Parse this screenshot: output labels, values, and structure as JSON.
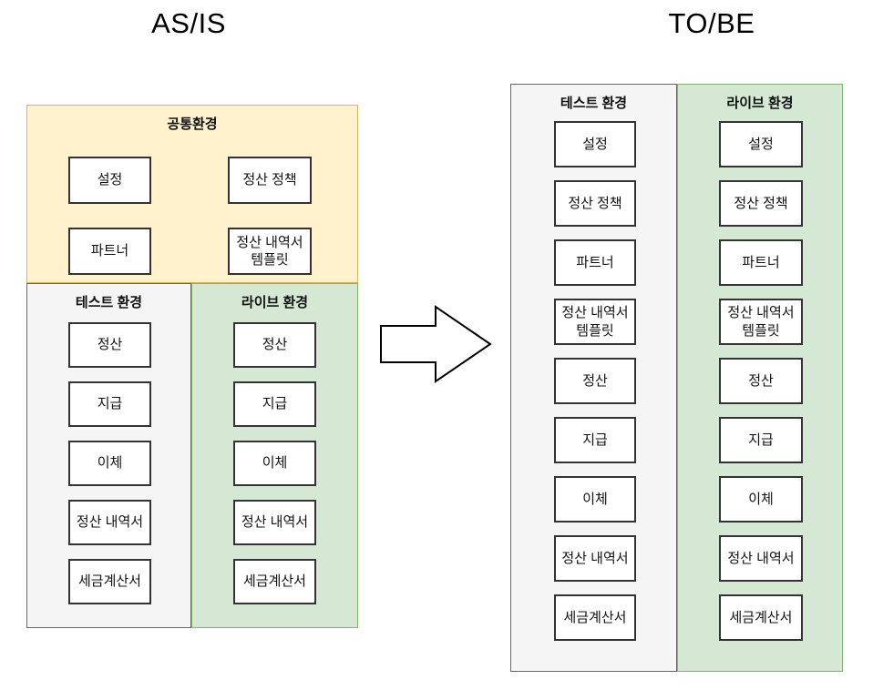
{
  "titles": {
    "asis": "AS/IS",
    "tobe": "TO/BE"
  },
  "colors": {
    "yellow_fill": "#FFF2CC",
    "yellow_border": "#D6B656",
    "green_fill": "#D5E8D4",
    "green_border": "#82B366",
    "gray_fill": "#F5F5F5",
    "gray_border": "#666666",
    "box_border": "#333333"
  },
  "asis": {
    "common": {
      "label": "공통환경",
      "boxes": [
        "설정",
        "정산 정책",
        "파트너",
        "정산 내역서 템플릿"
      ]
    },
    "test": {
      "label": "테스트 환경",
      "boxes": [
        "정산",
        "지급",
        "이체",
        "정산 내역서",
        "세금계산서"
      ]
    },
    "live": {
      "label": "라이브 환경",
      "boxes": [
        "정산",
        "지급",
        "이체",
        "정산 내역서",
        "세금계산서"
      ]
    }
  },
  "tobe": {
    "test": {
      "label": "테스트 환경",
      "boxes": [
        "설정",
        "정산 정책",
        "파트너",
        "정산 내역서 템플릿",
        "정산",
        "지급",
        "이체",
        "정산 내역서",
        "세금계산서"
      ]
    },
    "live": {
      "label": "라이브 환경",
      "boxes": [
        "설정",
        "정산 정책",
        "파트너",
        "정산 내역서 템플릿",
        "정산",
        "지급",
        "이체",
        "정산 내역서",
        "세금계산서"
      ]
    }
  },
  "arrow": {
    "meaning": "transform-direction-right"
  }
}
